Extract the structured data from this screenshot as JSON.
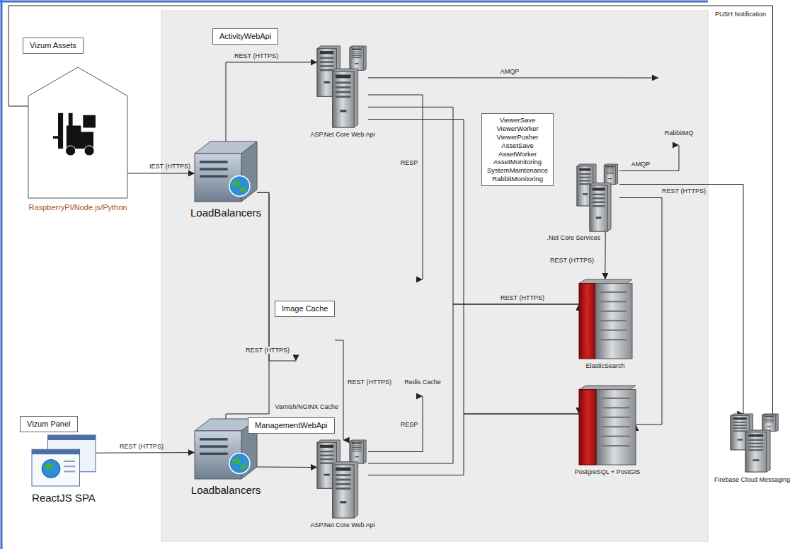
{
  "diagram": {
    "nodes": [
      {
        "text": [
          "Vizum Assets",
          "RaspberryPI/Node.js/Python"
        ]
      },
      {
        "text": [
          "LoadBalancers"
        ]
      },
      {
        "text": [
          "ActivityWebApi",
          "ASP.Net Core Web Api"
        ]
      },
      {
        "text": [
          "Image Cache",
          "Varnish/NGINX Cache"
        ]
      },
      {
        "text": [
          "Redis Cache"
        ]
      },
      {
        "text": [
          "RabbitMQ"
        ]
      },
      {
        "text": [
          "ViewerSave ViewerWorker ViewerPusher AssetSave AssetWorker AssetMonitoring SystemMaintenance RabbitMonitoring",
          ".Net Core Services"
        ]
      },
      {
        "text": [
          "ElasticSearch"
        ]
      },
      {
        "text": [
          "PostgreSQL + PostGIS"
        ]
      },
      {
        "text": [
          "Firebase Cloud Messaging"
        ]
      },
      {
        "text": [
          "Vizum Panel",
          "ReactJS SPA"
        ]
      },
      {
        "text": [
          "Loadbalancers"
        ]
      },
      {
        "text": [
          "ManagementWebApi",
          "ASP.Net Core Web Api"
        ]
      }
    ],
    "edges": [
      {
        "from": 0,
        "to": 1,
        "label": "IEST (HTTPS)",
        "arrow": "to"
      },
      {
        "from": 1,
        "to": 2,
        "label": "REST (HTTPS)",
        "arrow": "to"
      },
      {
        "from": 1,
        "to": 11,
        "arrow": "none"
      },
      {
        "from": 1,
        "to": 3,
        "label": "REST (HTTPS)",
        "arrow": "to"
      },
      {
        "from": 3,
        "to": 12,
        "label": "REST (HTTPS)",
        "arrow": "to"
      },
      {
        "from": 2,
        "to": 5,
        "label": "AMQP",
        "arrow": "to"
      },
      {
        "from": 2,
        "to": 4,
        "label": "RESP",
        "arrow": "to"
      },
      {
        "from": 12,
        "to": 4,
        "label": "RESP",
        "arrow": "to"
      },
      {
        "from": 2,
        "to": 7,
        "label": "REST (HTTPS)",
        "arrow": "to"
      },
      {
        "from": 12,
        "to": 7,
        "arrow": "to"
      },
      {
        "from": 2,
        "to": 8,
        "arrow": "to"
      },
      {
        "from": 12,
        "to": 8,
        "arrow": "to"
      },
      {
        "from": 6,
        "to": 5,
        "label": "AMQP",
        "arrow": "to"
      },
      {
        "from": 6,
        "to": 7,
        "label": "REST (HTTPS)",
        "arrow": "to"
      },
      {
        "from": 6,
        "to": 8,
        "arrow": "to"
      },
      {
        "from": 6,
        "to": 9,
        "label": "REST (HTTPS)",
        "arrow": "to"
      },
      {
        "from": 9,
        "to": 0,
        "label": "PUSH Notification",
        "arrow": "none"
      },
      {
        "from": 10,
        "to": 11,
        "label": "REST (HTTPS)",
        "arrow": "to"
      },
      {
        "from": 11,
        "to": 12,
        "arrow": "to"
      }
    ]
  }
}
